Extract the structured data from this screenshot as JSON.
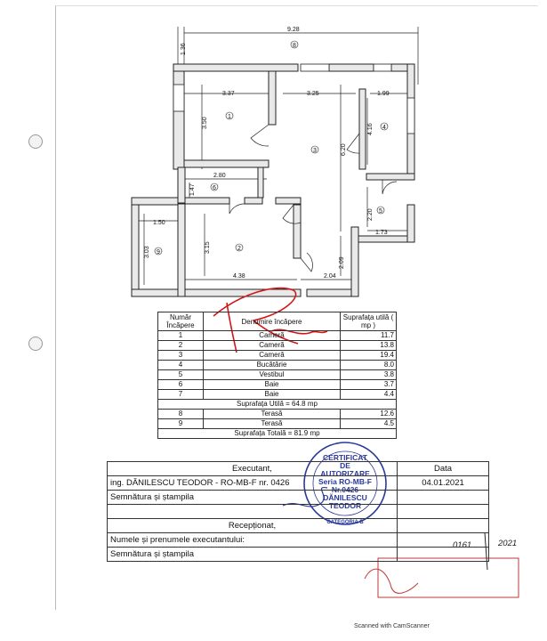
{
  "plan": {
    "dimensions": {
      "total_width": "9.28",
      "left_height": "1.36",
      "r1_width": "3.37",
      "r1_height": "3.50",
      "r3_width": "3.25",
      "r3_height": "6.20",
      "r4_width": "1.99",
      "r4_height": "4.16",
      "r6_width": "2.80",
      "r6_height": "1.47",
      "r5_height": "2.20",
      "r5_width": "1.73",
      "r9_width": "1.50",
      "r9_height": "3.03",
      "r2_height": "3.15",
      "r2_width": "4.38",
      "hall_height": "2.09",
      "hall_width": "2.04"
    },
    "labels": [
      "1",
      "2",
      "3",
      "4",
      "5",
      "6",
      "8",
      "9"
    ]
  },
  "rooms_table": {
    "headers": [
      "Număr Încăpere",
      "Denumire încăpere",
      "Suprafața utilă ( mp )"
    ],
    "rows": [
      {
        "nr": "1",
        "name": "Cameră",
        "area": "11.7"
      },
      {
        "nr": "2",
        "name": "Cameră",
        "area": "13.8"
      },
      {
        "nr": "3",
        "name": "Cameră",
        "area": "19.4"
      },
      {
        "nr": "4",
        "name": "Bucătărie",
        "area": "8.0"
      },
      {
        "nr": "5",
        "name": "Vestibul",
        "area": "3.8"
      },
      {
        "nr": "6",
        "name": "Baie",
        "area": "3.7"
      },
      {
        "nr": "7",
        "name": "Baie",
        "area": "4.4"
      }
    ],
    "util_total": "Suprafața Utilă = 64.8 mp",
    "terrace_rows": [
      {
        "nr": "8",
        "name": "Terasă",
        "area": "12.6"
      },
      {
        "nr": "9",
        "name": "Terasă",
        "area": "4.5"
      }
    ],
    "grand_total": "Suprafața Totală = 81.9 mp"
  },
  "signature_table": {
    "executant_label": "Executant,",
    "executant_name": "ing. DĂNILESCU TEODOR - RO-MB-F nr. 0426",
    "date_label": "Data",
    "date_value": "04.01.2021",
    "signature_label": "Semnătura și ștampila",
    "receptionat_label": "Recepționat,",
    "name_label": "Numele și prenumele executantului:",
    "signature_label_2": "Semnătura și ștampila"
  },
  "stamp": {
    "line1": "CERTIFICAT",
    "line2": "DE",
    "line3": "AUTORIZARE",
    "line4": "Seria RO-MB-F",
    "line5": "Nr.0426",
    "line6": "DĂNILESCU",
    "line7": "TEODOR",
    "line8": "CATEGORIA B"
  },
  "handwriting": {
    "sig_note": "0161",
    "year_note": "2021"
  },
  "footer": {
    "scanner_note": "Scanned with CamScanner"
  },
  "colors": {
    "ink": "#111111",
    "stamp_blue": "#2a3a9a",
    "watermark_red": "#d01818",
    "stamp2_red": "#c23a3a"
  }
}
